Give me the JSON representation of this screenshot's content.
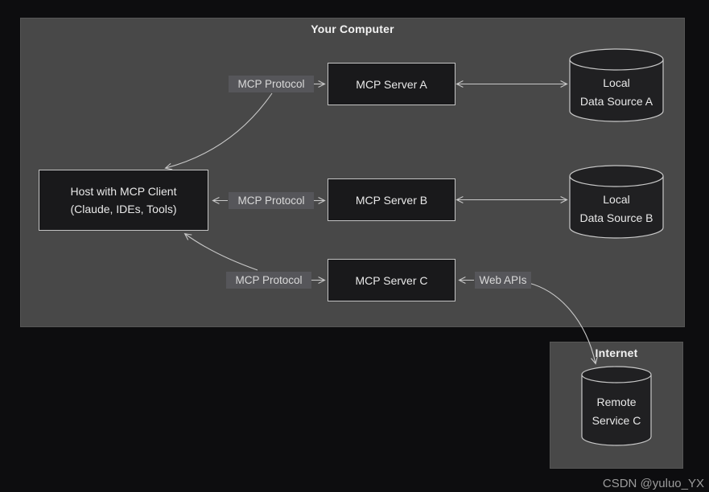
{
  "computer": {
    "title": "Your Computer"
  },
  "internet": {
    "title": "Internet"
  },
  "nodes": {
    "host": {
      "line1": "Host with MCP Client",
      "line2": "(Claude, IDEs, Tools)"
    },
    "server_a": {
      "label": "MCP Server A"
    },
    "server_b": {
      "label": "MCP Server B"
    },
    "server_c": {
      "label": "MCP Server C"
    }
  },
  "datastores": {
    "local_a": {
      "line1": "Local",
      "line2": "Data Source A"
    },
    "local_b": {
      "line1": "Local",
      "line2": "Data Source B"
    },
    "remote_c": {
      "line1": "Remote",
      "line2": "Service C"
    }
  },
  "edge_labels": {
    "protocol_a": "MCP Protocol",
    "protocol_b": "MCP Protocol",
    "protocol_c": "MCP Protocol",
    "web_apis": "Web APIs"
  },
  "watermark": "CSDN @yuluo_YX",
  "colors": {
    "background": "#0d0d0f",
    "group_box": "#484848",
    "node_fill": "#19191b",
    "node_border": "#c4c4c4",
    "edge_label_bg": "#56565a",
    "line": "#c8c8c8",
    "title_text": "#f2f2f2",
    "node_text": "#e8e8e8",
    "watermark_text": "#9b9b9b"
  }
}
